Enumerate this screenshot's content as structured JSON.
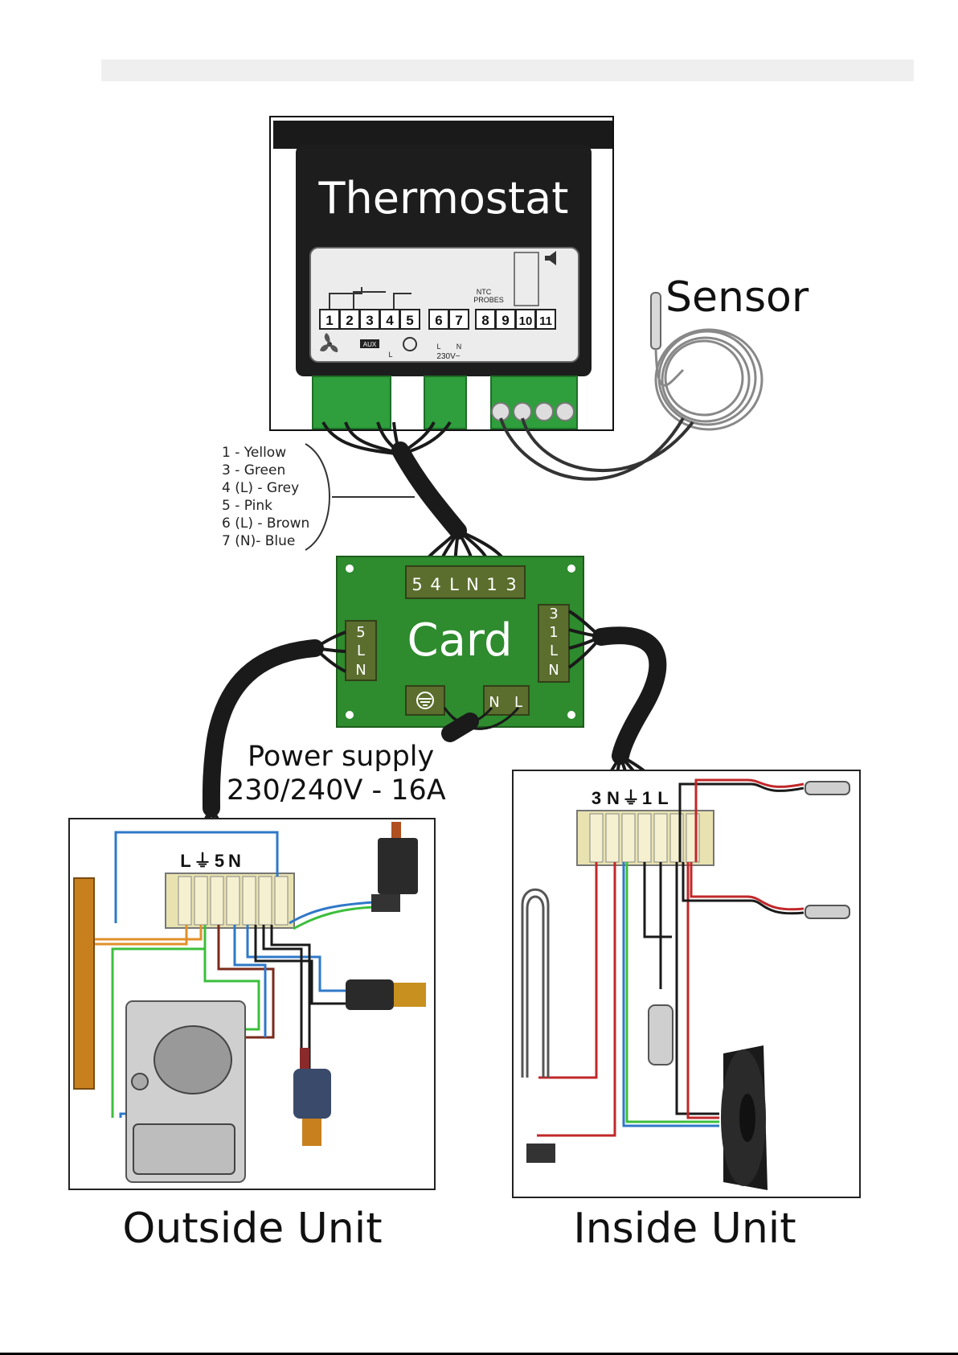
{
  "thermostat": {
    "title": "Thermostat",
    "terminals": [
      "1",
      "2",
      "3",
      "4",
      "5",
      "6",
      "7",
      "8",
      "9",
      "10",
      "11"
    ],
    "aux_label": "AUX",
    "ntc_label_1": "NTC",
    "ntc_label_2": "PROBES",
    "voltage_label": "230V~",
    "l_label": "L",
    "n_label": "N",
    "l_label_2": "L"
  },
  "sensor": {
    "label": "Sensor"
  },
  "wire_legend": [
    "1 - Yellow",
    "3 - Green",
    "4 (L) - Grey",
    "5 - Pink",
    "6 (L) - Brown",
    "7 (N)- Blue"
  ],
  "card": {
    "title": "Card",
    "top_terminals": [
      "5",
      "4",
      "L",
      "N",
      "1",
      "3"
    ],
    "left_terminals": [
      "5",
      "L",
      "N"
    ],
    "right_terminals": [
      "3",
      "1",
      "L",
      "N"
    ],
    "bottom_terminals": [
      "N",
      "L"
    ]
  },
  "power_supply": {
    "line1": "Power supply",
    "line2": "230/240V - 16A"
  },
  "outside_unit": {
    "label": "Outside Unit",
    "terminal_labels": [
      "L",
      "⏚",
      "5",
      "N"
    ]
  },
  "inside_unit": {
    "label": "Inside Unit",
    "terminal_labels": [
      "3",
      "N",
      "⏚",
      "1",
      "L"
    ]
  },
  "colors": {
    "thermostat_body": "#1d1d1d",
    "connector_green": "#2f9e3c",
    "pcb_green": "#2e8b2e",
    "cable_black": "#1a1a1a",
    "wire_red": "#c0282a",
    "wire_blue": "#2f78c8",
    "wire_green": "#3cbf3c",
    "wire_orange": "#e0902a",
    "wire_brown": "#7a2a1a"
  }
}
